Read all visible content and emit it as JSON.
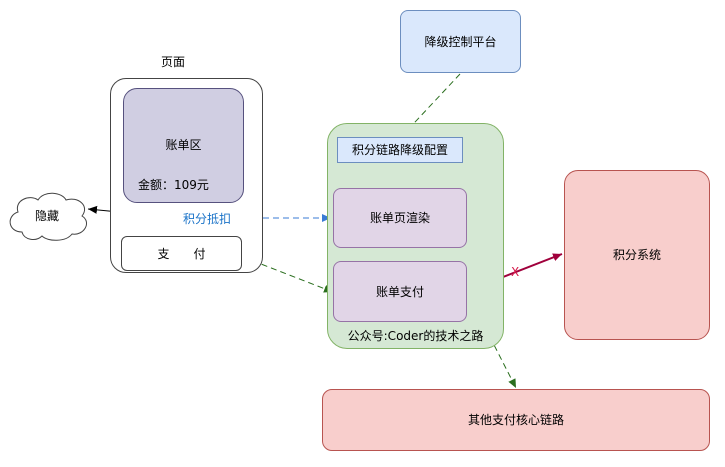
{
  "page": {
    "label": "页面",
    "bill_area": {
      "title": "账单区",
      "amount": "金额：109元"
    },
    "points_deduct": "积分抵扣",
    "pay_button": "支　　付"
  },
  "cloud": {
    "label": "隐藏"
  },
  "degrade_platform": {
    "label": "降级控制平台"
  },
  "service": {
    "config": "积分链路降级配置",
    "bill_render": "账单页渲染",
    "bill_pay": "账单支付",
    "caption": "公众号:Coder的技术之路"
  },
  "points_system": {
    "label": "积分系统"
  },
  "other_chain": {
    "label": "其他支付核心链路"
  },
  "edges": {
    "blocked_mark": "X"
  },
  "colors": {
    "dashed_green": "#2a6e1e",
    "dashed_blue": "#3a7bd5",
    "blocked_red": "#a0003c",
    "arrow_black": "#000000"
  }
}
